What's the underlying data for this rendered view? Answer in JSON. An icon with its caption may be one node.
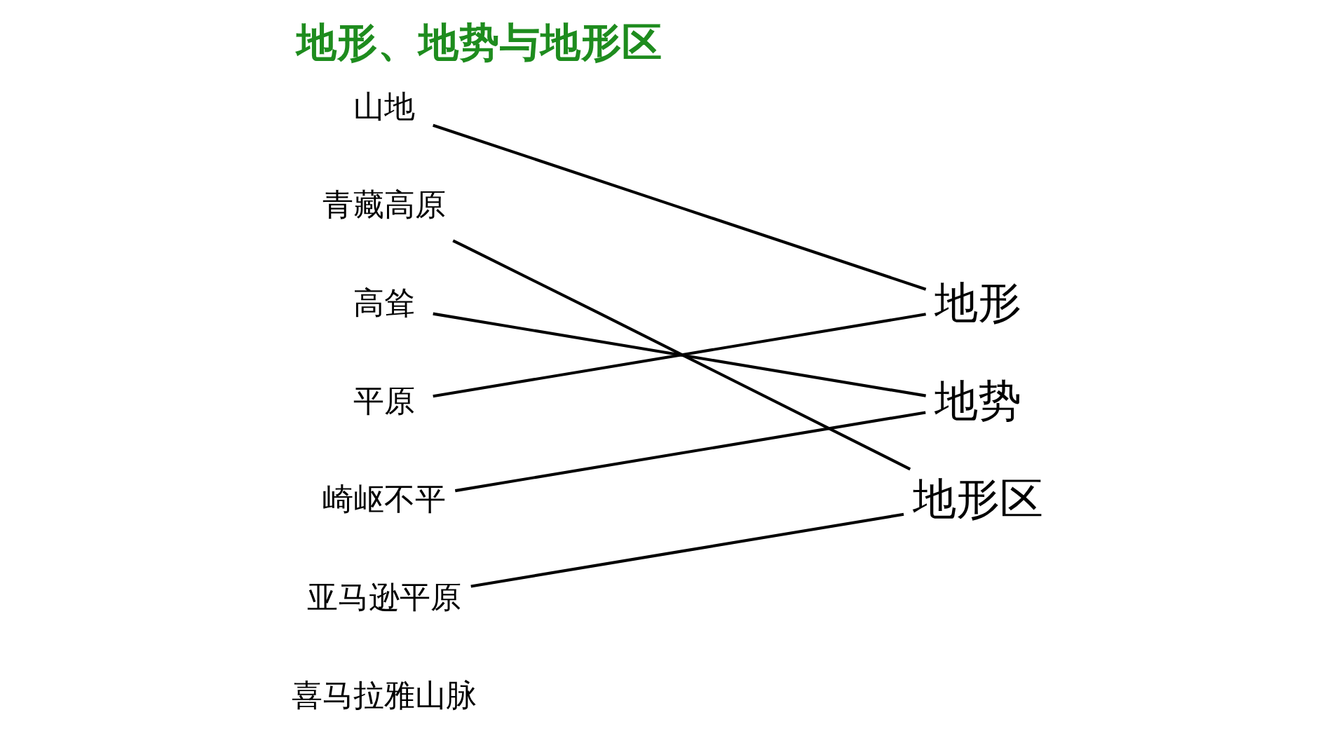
{
  "diagram": {
    "title": "地形、地势与地形区",
    "nodes": [
      {
        "text": [
          "山地"
        ]
      },
      {
        "text": [
          "青藏高原"
        ]
      },
      {
        "text": [
          "高耸"
        ]
      },
      {
        "text": [
          "平原"
        ]
      },
      {
        "text": [
          "崎岖不平"
        ]
      },
      {
        "text": [
          "亚马逊平原"
        ]
      },
      {
        "text": [
          "喜马拉雅山脉"
        ]
      },
      {
        "text": [
          "地形"
        ]
      },
      {
        "text": [
          "地势"
        ]
      },
      {
        "text": [
          "地形区"
        ]
      }
    ],
    "edges": [
      {
        "from": 0,
        "to": 7,
        "arrow": "none"
      },
      {
        "from": 1,
        "to": 9,
        "arrow": "none"
      },
      {
        "from": 2,
        "to": 8,
        "arrow": "none"
      },
      {
        "from": 3,
        "to": 7,
        "arrow": "none"
      },
      {
        "from": 4,
        "to": 8,
        "arrow": "none"
      },
      {
        "from": 5,
        "to": 9,
        "arrow": "none"
      }
    ]
  }
}
